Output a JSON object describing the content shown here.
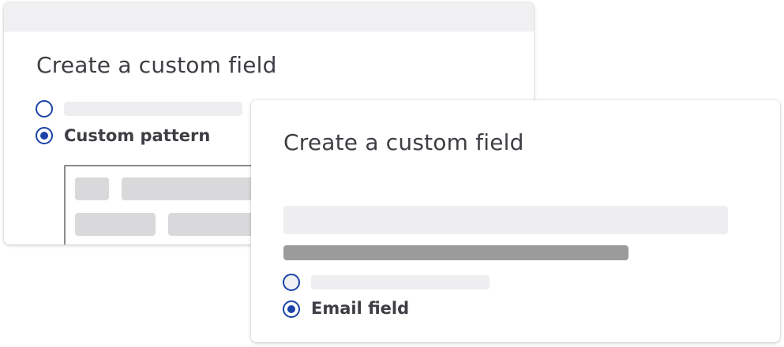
{
  "back_card": {
    "title": "Create a custom field",
    "options": [
      {
        "label": "",
        "checked": false
      },
      {
        "label": "Custom pattern",
        "checked": true
      }
    ]
  },
  "front_card": {
    "title": "Create a custom field",
    "options": [
      {
        "label": "",
        "checked": false
      },
      {
        "label": "Email field",
        "checked": true
      }
    ]
  },
  "colors": {
    "accent": "#1a43a8",
    "text": "#3e3e44",
    "placeholder_light": "#eeeef0",
    "placeholder_mid": "#d9d9db",
    "placeholder_dark": "#9b9b9b"
  }
}
